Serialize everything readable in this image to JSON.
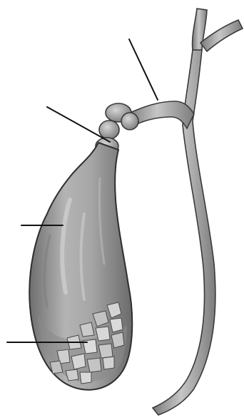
{
  "diagram": {
    "leader_lines": [
      {
        "id": "cystic-duct-leader"
      },
      {
        "id": "neck-leader"
      },
      {
        "id": "body-leader"
      },
      {
        "id": "stones-leader"
      }
    ],
    "labels": []
  },
  "colors": {
    "background": "#ffffff",
    "organ_fill": "#9c9c9c",
    "organ_light": "#c8c8c8",
    "organ_dark": "#555555",
    "outline": "#2e2e2e",
    "leader": "#111111"
  }
}
